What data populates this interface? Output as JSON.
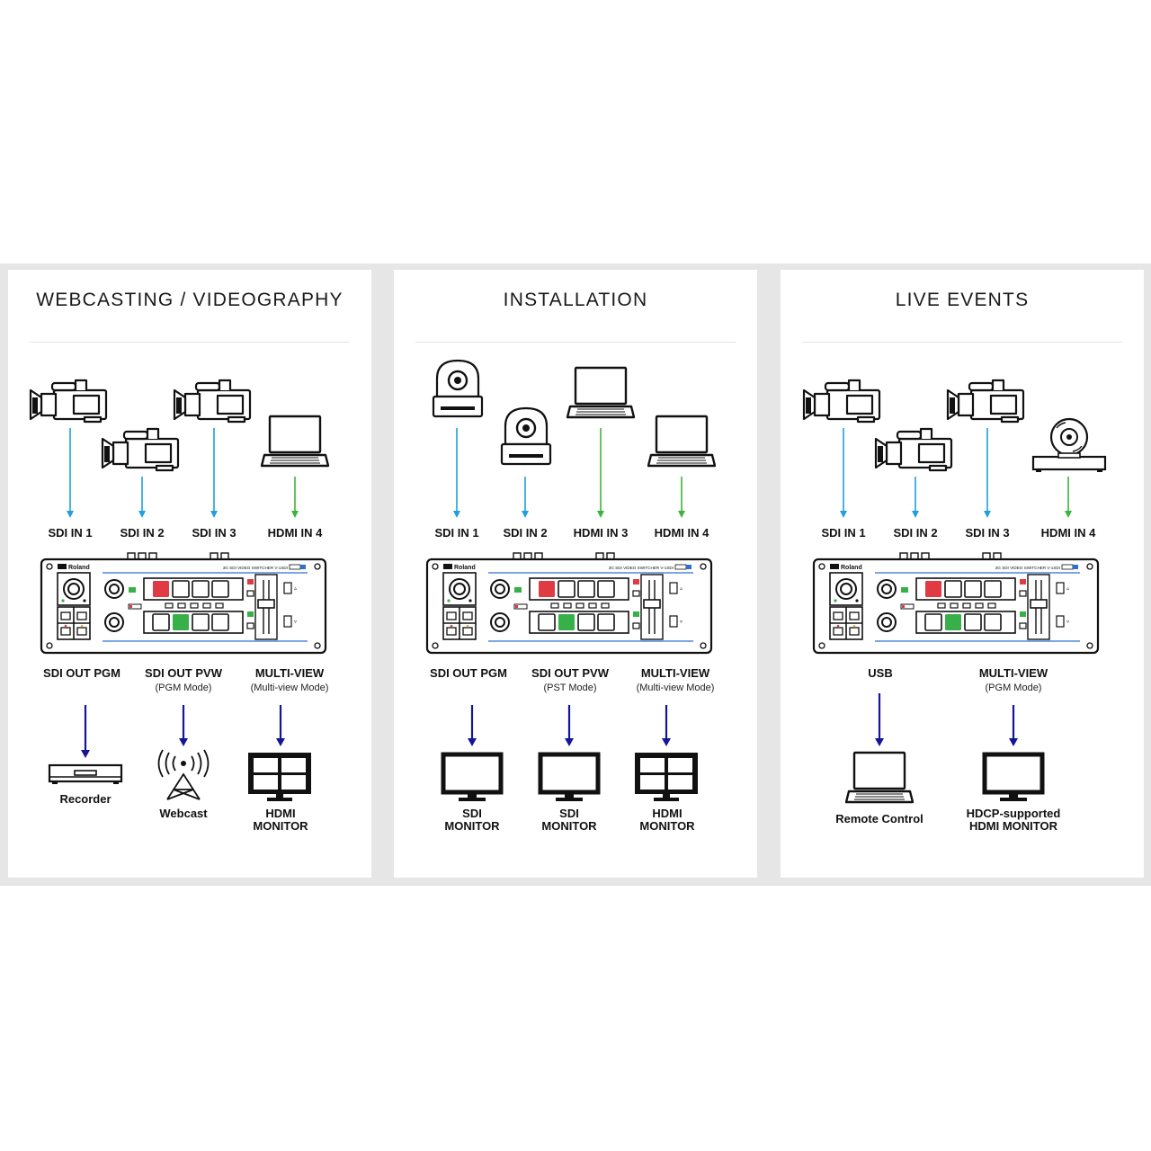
{
  "colors": {
    "sdi_arrow": "#1ea0dc",
    "hdmi_arrow": "#3cb43c",
    "output_arrow": "#151596",
    "red_button": "#e03a44",
    "green_button": "#38b04a",
    "accent_blue": "#2f6fd0"
  },
  "switcher": {
    "brand": "Roland",
    "model_caption": "3G SDI VIDEO SWITCHER V-1SDI"
  },
  "panels": [
    {
      "title": "WEBCASTING / VIDEOGRAPHY",
      "sources": [
        {
          "icon": "video-camera-icon",
          "label": "SDI IN 1",
          "arrow": "sdi"
        },
        {
          "icon": "video-camera-icon",
          "label": "SDI IN 2",
          "arrow": "sdi"
        },
        {
          "icon": "video-camera-icon",
          "label": "SDI IN 3",
          "arrow": "sdi"
        },
        {
          "icon": "laptop-icon",
          "label": "HDMI IN 4",
          "arrow": "hdmi"
        }
      ],
      "outputs": [
        {
          "label": "SDI OUT PGM",
          "sub": "",
          "device_icon": "recorder-icon",
          "device_label": [
            "Recorder"
          ]
        },
        {
          "label": "SDI OUT PVW",
          "sub": "(PGM Mode)",
          "device_icon": "webcast-antenna-icon",
          "device_label": [
            "Webcast"
          ]
        },
        {
          "label": "MULTI-VIEW",
          "sub": "(Multi-view Mode)",
          "device_icon": "multiview-monitor-icon",
          "device_label": [
            "HDMI",
            "MONITOR"
          ]
        }
      ]
    },
    {
      "title": "INSTALLATION",
      "sources": [
        {
          "icon": "ptz-camera-icon",
          "label": "SDI IN 1",
          "arrow": "sdi"
        },
        {
          "icon": "ptz-camera-icon",
          "label": "SDI IN 2",
          "arrow": "sdi"
        },
        {
          "icon": "laptop-icon",
          "label": "HDMI IN 3",
          "arrow": "hdmi"
        },
        {
          "icon": "laptop-icon",
          "label": "HDMI IN 4",
          "arrow": "hdmi"
        }
      ],
      "outputs": [
        {
          "label": "SDI OUT PGM",
          "sub": "",
          "device_icon": "monitor-icon",
          "device_label": [
            "SDI",
            "MONITOR"
          ]
        },
        {
          "label": "SDI OUT PVW",
          "sub": "(PST Mode)",
          "device_icon": "monitor-icon",
          "device_label": [
            "SDI",
            "MONITOR"
          ]
        },
        {
          "label": "MULTI-VIEW",
          "sub": "(Multi-view Mode)",
          "device_icon": "multiview-monitor-icon",
          "device_label": [
            "HDMI",
            "MONITOR"
          ]
        }
      ]
    },
    {
      "title": "LIVE EVENTS",
      "sources": [
        {
          "icon": "video-camera-icon",
          "label": "SDI IN 1",
          "arrow": "sdi"
        },
        {
          "icon": "video-camera-icon",
          "label": "SDI IN 2",
          "arrow": "sdi"
        },
        {
          "icon": "video-camera-icon",
          "label": "SDI IN 3",
          "arrow": "sdi"
        },
        {
          "icon": "disc-player-icon",
          "label": "HDMI IN 4",
          "arrow": "hdmi"
        }
      ],
      "outputs": [
        {
          "label": "USB",
          "sub": "",
          "device_icon": "laptop-icon",
          "device_label": [
            "Remote Control"
          ]
        },
        {
          "label": "MULTI-VIEW",
          "sub": "(PGM Mode)",
          "device_icon": "monitor-icon",
          "device_label": [
            "HDCP-supported",
            "HDMI MONITOR"
          ]
        }
      ]
    }
  ]
}
